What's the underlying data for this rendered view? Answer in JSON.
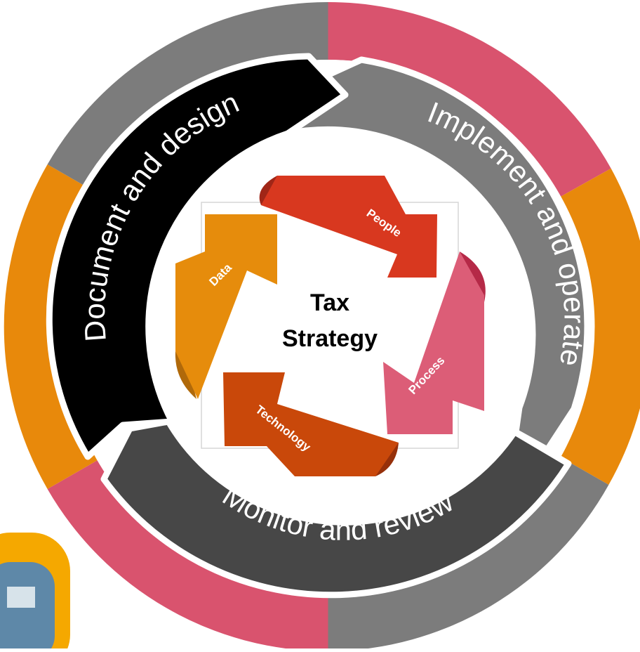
{
  "center": {
    "line1": "Tax",
    "line2": "Strategy"
  },
  "cycle_stages": {
    "document_design": "Document and design",
    "implement_operate": "Implement and operate",
    "monitor_review": "Monitor and review"
  },
  "inner_arrows": {
    "people": "People",
    "process": "Process",
    "technology": "Technology",
    "data": "Data"
  },
  "colors": {
    "pink": "#d9536e",
    "gray": "#7c7c7c",
    "orange": "#e8890b",
    "black": "#000000",
    "dark_gray": "#474747",
    "red": "#d8381f",
    "rose": "#dc5d77",
    "burnt_orange": "#c9480a",
    "amber": "#e68c0c",
    "yellow_frame": "#f5a800"
  }
}
